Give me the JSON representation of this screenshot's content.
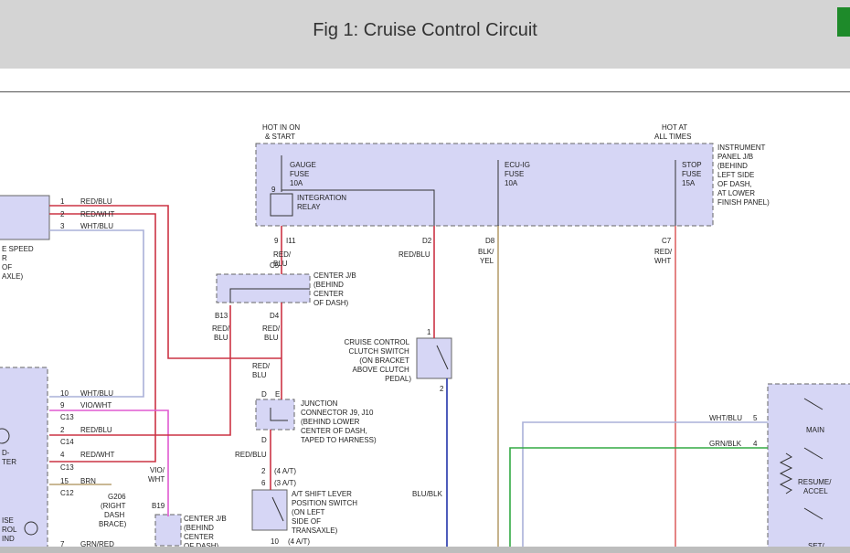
{
  "header": {
    "title": "Fig 1: Cruise Control Circuit"
  },
  "diagram": {
    "hot_in_on": [
      "HOT IN ON",
      "& START"
    ],
    "hot_at": [
      "HOT AT",
      "ALL TIMES"
    ],
    "panel_jb": [
      "INSTRUMENT",
      "PANEL J/B",
      "(BEHIND",
      "LEFT SIDE",
      "OF DASH,",
      "AT LOWER",
      "FINISH PANEL)"
    ],
    "gauge_fuse": [
      "GAUGE",
      "FUSE",
      "10A"
    ],
    "ecuig_fuse": [
      "ECU-IG",
      "FUSE",
      "10A"
    ],
    "stop_fuse": [
      "STOP",
      "FUSE",
      "15A"
    ],
    "relay": [
      "INTEGRATION",
      "RELAY"
    ],
    "pin9": "9",
    "i11_9": "9",
    "i11": "I11",
    "d2": "D2",
    "d8": "D8",
    "c7": "C7",
    "w_red_blu": [
      "RED/",
      "BLU"
    ],
    "w_red_blu_2": "RED/BLU",
    "w_blk_yel": [
      "BLK/",
      "YEL"
    ],
    "w_red_wht": [
      "RED/",
      "WHT"
    ],
    "c5": "C5",
    "center_jb": [
      "CENTER J/B",
      "(BEHIND",
      "CENTER",
      "OF DASH)"
    ],
    "b13": "B13",
    "d4": "D4",
    "w_red_blu_a": [
      "RED/",
      "BLU"
    ],
    "w_red_blu_b": [
      "RED/",
      "BLU"
    ],
    "clutch": [
      "CRUISE CONTROL",
      "CLUTCH SWITCH",
      "(ON BRACKET",
      "ABOVE CLUTCH",
      "PEDAL)"
    ],
    "pin1": "1",
    "pin2": "2",
    "w_red_blu_c": [
      "RED/",
      "BLU"
    ],
    "d_e": [
      "D",
      "E"
    ],
    "junction": [
      "JUNCTION",
      "CONNECTOR J9, J10",
      "(BEHIND LOWER",
      "CENTER OF DASH,",
      "TAPED TO HARNESS)"
    ],
    "d_pin": "D",
    "w_red_blu_d": "RED/BLU",
    "pin2_at": "2",
    "at4": "(4 A/T)",
    "pin6": "6",
    "at3": "(3 A/T)",
    "shift": [
      "A/T SHIFT LEVER",
      "POSITION SWITCH",
      "(ON LEFT",
      "SIDE OF",
      "TRANSAXLE)"
    ],
    "pin10": "10",
    "at4b": "(4 A/T)",
    "blu_blk": "BLU/BLK",
    "speed_sensor": [
      "E SPEED",
      "R",
      "OF",
      "AXLE)"
    ],
    "speed_pins": [
      {
        "n": "1",
        "w": "RED/BLU"
      },
      {
        "n": "2",
        "w": "RED/WHT"
      },
      {
        "n": "3",
        "w": "WHT/BLU"
      }
    ],
    "ecu_pins": [
      {
        "n": "10",
        "w": "WHT/BLU",
        "c": ""
      },
      {
        "n": "9",
        "w": "VIO/WHT",
        "c": "C13"
      },
      {
        "n": "2",
        "w": "RED/BLU",
        "c": "C14"
      },
      {
        "n": "4",
        "w": "RED/WHT",
        "c": "C13"
      },
      {
        "n": "15",
        "w": "BRN",
        "c": "C12"
      },
      {
        "n": "7",
        "w": "GRN/RED",
        "c": ""
      }
    ],
    "ecu_left": [
      "D-",
      "TER",
      "ISE",
      "ROL",
      "IND"
    ],
    "g206": [
      "G206",
      "(RIGHT",
      "DASH",
      "BRACE)"
    ],
    "vio_wht": [
      "VIO/",
      "WHT"
    ],
    "b19": "B19",
    "center_jb2": [
      "CENTER J/B",
      "(BEHIND",
      "CENTER",
      "OF DASH)"
    ],
    "right_w1": {
      "w": "WHT/BLU",
      "n": "5"
    },
    "right_w2": {
      "w": "GRN/BLK",
      "n": "4"
    },
    "main": "MAIN",
    "resume": [
      "RESUME/",
      "ACCEL"
    ],
    "set": "SET/"
  }
}
